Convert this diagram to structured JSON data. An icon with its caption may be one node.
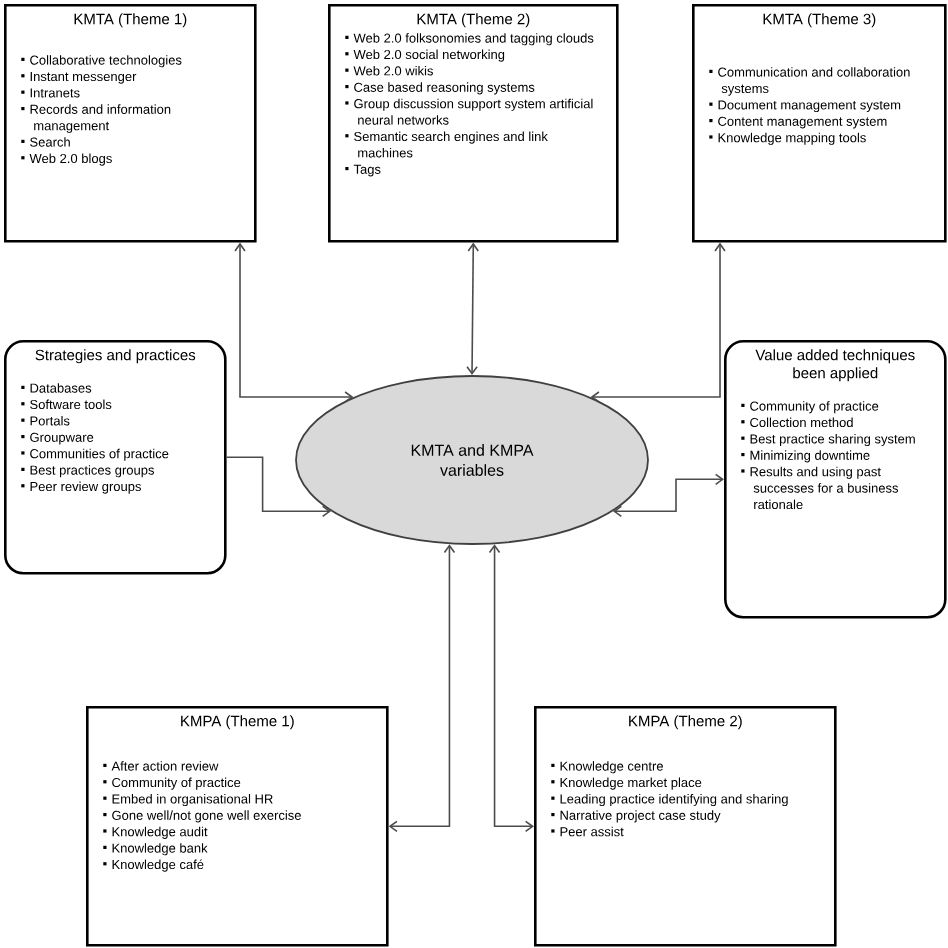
{
  "diagram": {
    "nodes": [
      {
        "text": [
          "KMTA (Theme 1)",
          "Collaborative technologies",
          "Instant messenger",
          "Intranets",
          "Records and information management",
          "Search",
          "Web 2.0 blogs"
        ]
      },
      {
        "text": [
          "KMTA (Theme 2)",
          "Web 2.0 folksonomies and tagging clouds",
          "Web 2.0 social networking",
          "Web 2.0 wikis",
          "Case based reasoning systems",
          "Group discussion support system artificial neural networks",
          "Semantic search engines and link machines",
          "Tags"
        ]
      },
      {
        "text": [
          "KMTA (Theme 3)",
          "Communication and collaboration systems",
          "Document management system",
          "Content management system",
          "Knowledge mapping tools"
        ]
      },
      {
        "text": [
          "Strategies and practices",
          "Databases",
          "Software tools",
          "Portals",
          "Groupware",
          "Communities of practice",
          "Best practices groups",
          "Peer review groups"
        ]
      },
      {
        "text": [
          "KMTA and KMPA variables"
        ]
      },
      {
        "text": [
          "Value added techniques been applied",
          "Community of practice",
          "Collection method",
          "Best practice sharing system",
          "Minimizing downtime",
          "Results and using past successes for a business rationale"
        ]
      },
      {
        "text": [
          "KMPA (Theme 1)",
          "After action review",
          "Community of practice",
          "Embed in organisational HR",
          "Gone well/not gone well exercise",
          "Knowledge audit",
          "Knowledge bank",
          "Knowledge café"
        ]
      },
      {
        "text": [
          "KMPA (Theme 2)",
          "Knowledge centre",
          "Knowledge market place",
          "Leading practice identifying and sharing",
          "Narrative project case study",
          "Peer assist"
        ]
      }
    ],
    "edges": [
      {
        "from": 0,
        "to": 4,
        "arrow": "both"
      },
      {
        "from": 1,
        "to": 4,
        "arrow": "both"
      },
      {
        "from": 2,
        "to": 4,
        "arrow": "both"
      },
      {
        "from": 3,
        "to": 4,
        "arrow": "to"
      },
      {
        "from": 4,
        "to": 5,
        "arrow": "both"
      },
      {
        "from": 4,
        "to": 6,
        "arrow": "both"
      },
      {
        "from": 4,
        "to": 7,
        "arrow": "both"
      }
    ]
  }
}
